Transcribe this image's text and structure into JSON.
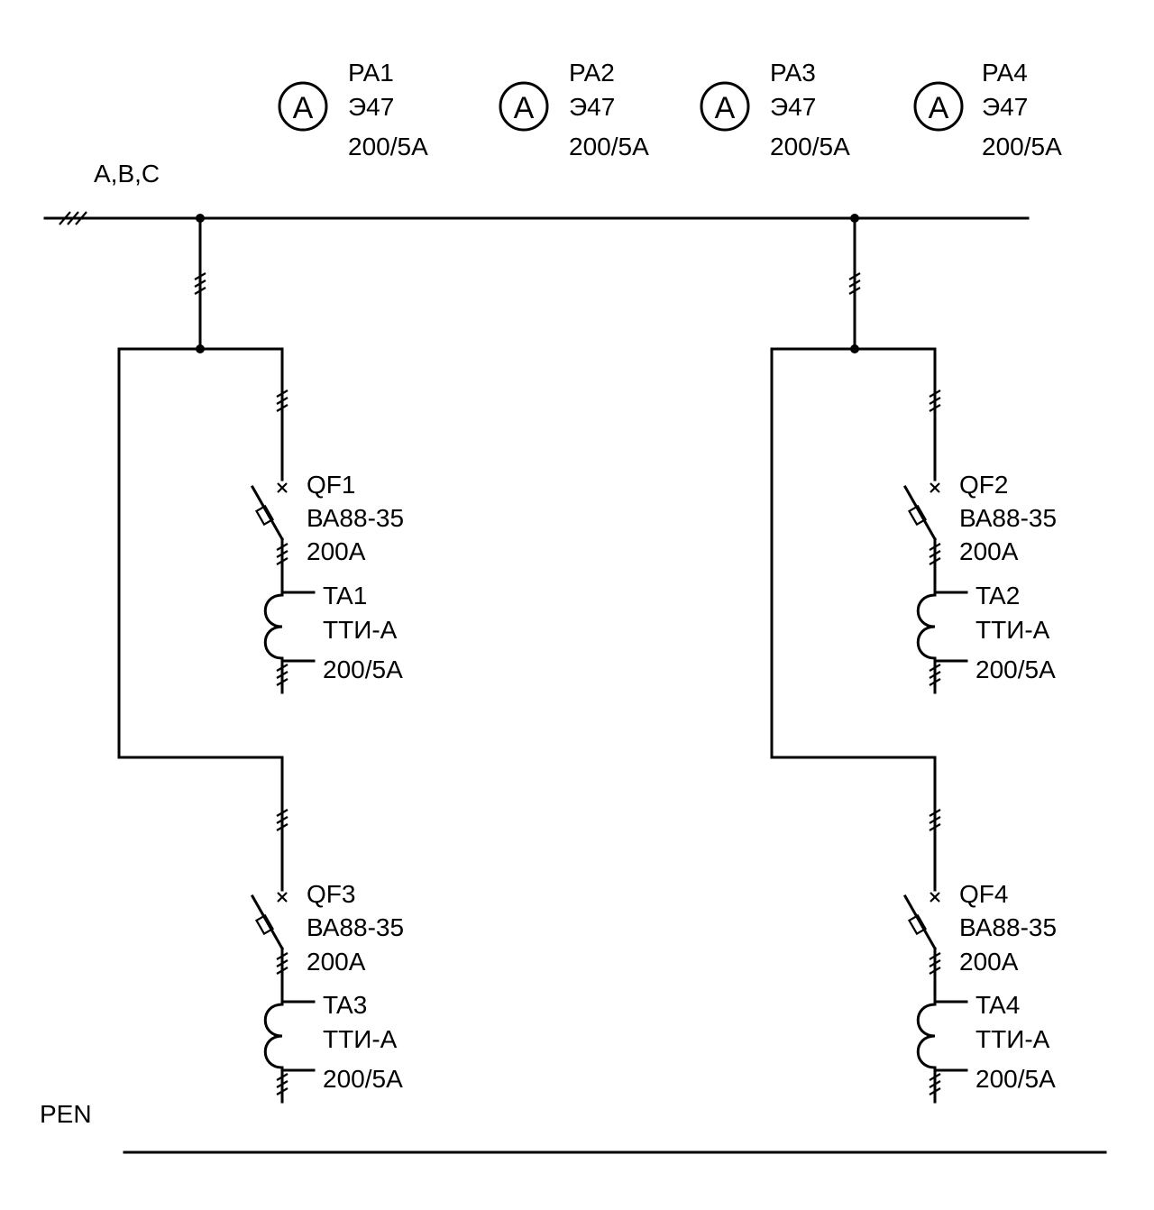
{
  "bus": {
    "label": "A,B,C"
  },
  "pen": {
    "label": "PEN"
  },
  "meters": [
    {
      "symbol": "A",
      "name": "PA1",
      "type": "Э47",
      "rating": "200/5A"
    },
    {
      "symbol": "A",
      "name": "PA2",
      "type": "Э47",
      "rating": "200/5A"
    },
    {
      "symbol": "A",
      "name": "PA3",
      "type": "Э47",
      "rating": "200/5A"
    },
    {
      "symbol": "A",
      "name": "PA4",
      "type": "Э47",
      "rating": "200/5A"
    }
  ],
  "breakers": [
    {
      "name": "QF1",
      "type": "ВА88-35",
      "rating": "200A"
    },
    {
      "name": "QF2",
      "type": "ВА88-35",
      "rating": "200A"
    },
    {
      "name": "QF3",
      "type": "ВА88-35",
      "rating": "200A"
    },
    {
      "name": "QF4",
      "type": "ВА88-35",
      "rating": "200A"
    }
  ],
  "transformers": [
    {
      "name": "TA1",
      "type": "ТТИ-А",
      "rating": "200/5A"
    },
    {
      "name": "TA2",
      "type": "ТТИ-А",
      "rating": "200/5A"
    },
    {
      "name": "TA3",
      "type": "ТТИ-А",
      "rating": "200/5A"
    },
    {
      "name": "TA4",
      "type": "ТТИ-А",
      "rating": "200/5A"
    }
  ]
}
